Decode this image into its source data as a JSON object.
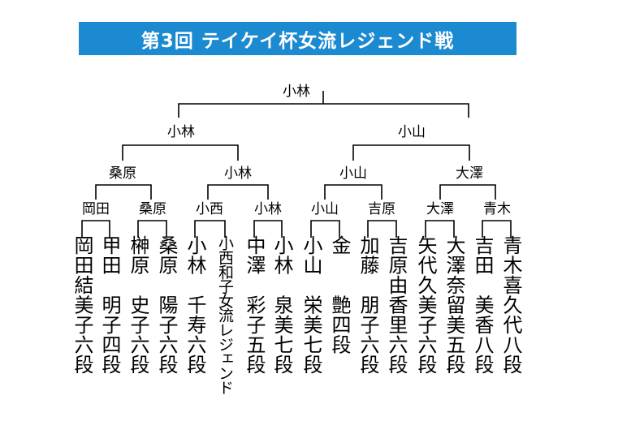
{
  "title": "第3回 テイケイ杯女流レジェンド戦",
  "bracket": {
    "final": "小林",
    "semifinals": [
      "小林",
      "小山"
    ],
    "quarterfinals": [
      "桑原",
      "小林",
      "小山",
      "大澤"
    ],
    "round1": [
      "岡田",
      "桑原",
      "小西",
      "小林",
      "小山",
      "吉原",
      "大澤",
      "青木"
    ]
  },
  "players": [
    "岡田結美子六段",
    "甲田　明子四段",
    "榊原　史子六段",
    "桑原　陽子六段",
    "小林　千寿六段",
    "小西和子女流レジェンド",
    "中澤　彩子五段",
    "小林　泉美七段",
    "小山　栄美七段",
    "金　　艶四段",
    "加藤　朋子六段",
    "吉原由香里六段",
    "矢代久美子六段",
    "大澤奈留美五段",
    "吉田　美香八段",
    "青木喜久代八段"
  ]
}
